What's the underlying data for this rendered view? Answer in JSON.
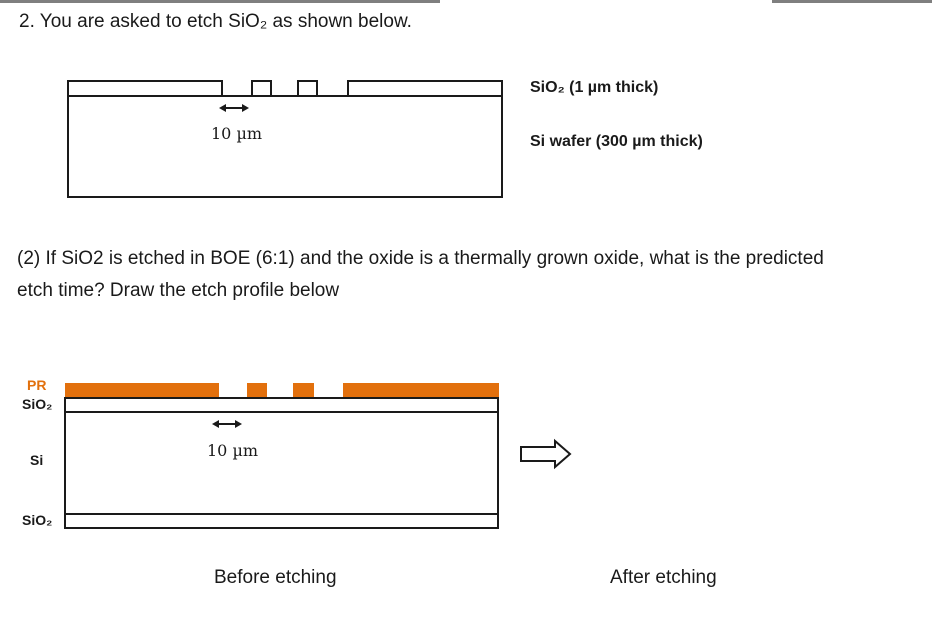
{
  "question": {
    "title": "2. You are asked to etch SiO₂ as shown below.",
    "part2_line1": "(2) If SiO2 is etched in BOE (6:1) and the oxide is a thermally grown oxide, what is the predicted",
    "part2_line2": "etch time? Draw the etch profile below"
  },
  "figure1": {
    "sio2_label": "SiO₂ (1 µm thick)",
    "si_label": "Si wafer (300 µm thick)",
    "dimension": "10 µm"
  },
  "figure2": {
    "layer_pr": "PR",
    "layer_sio2_top": "SiO₂",
    "layer_si": "Si",
    "layer_sio2_bottom": "SiO₂",
    "dimension": "10 µm",
    "caption_before": "Before etching",
    "caption_after": "After etching",
    "colors": {
      "photoresist": "#e2700d",
      "outline": "#1a1a1a"
    },
    "icons": [
      "double-arrow-icon",
      "hollow-right-arrow-icon"
    ]
  }
}
